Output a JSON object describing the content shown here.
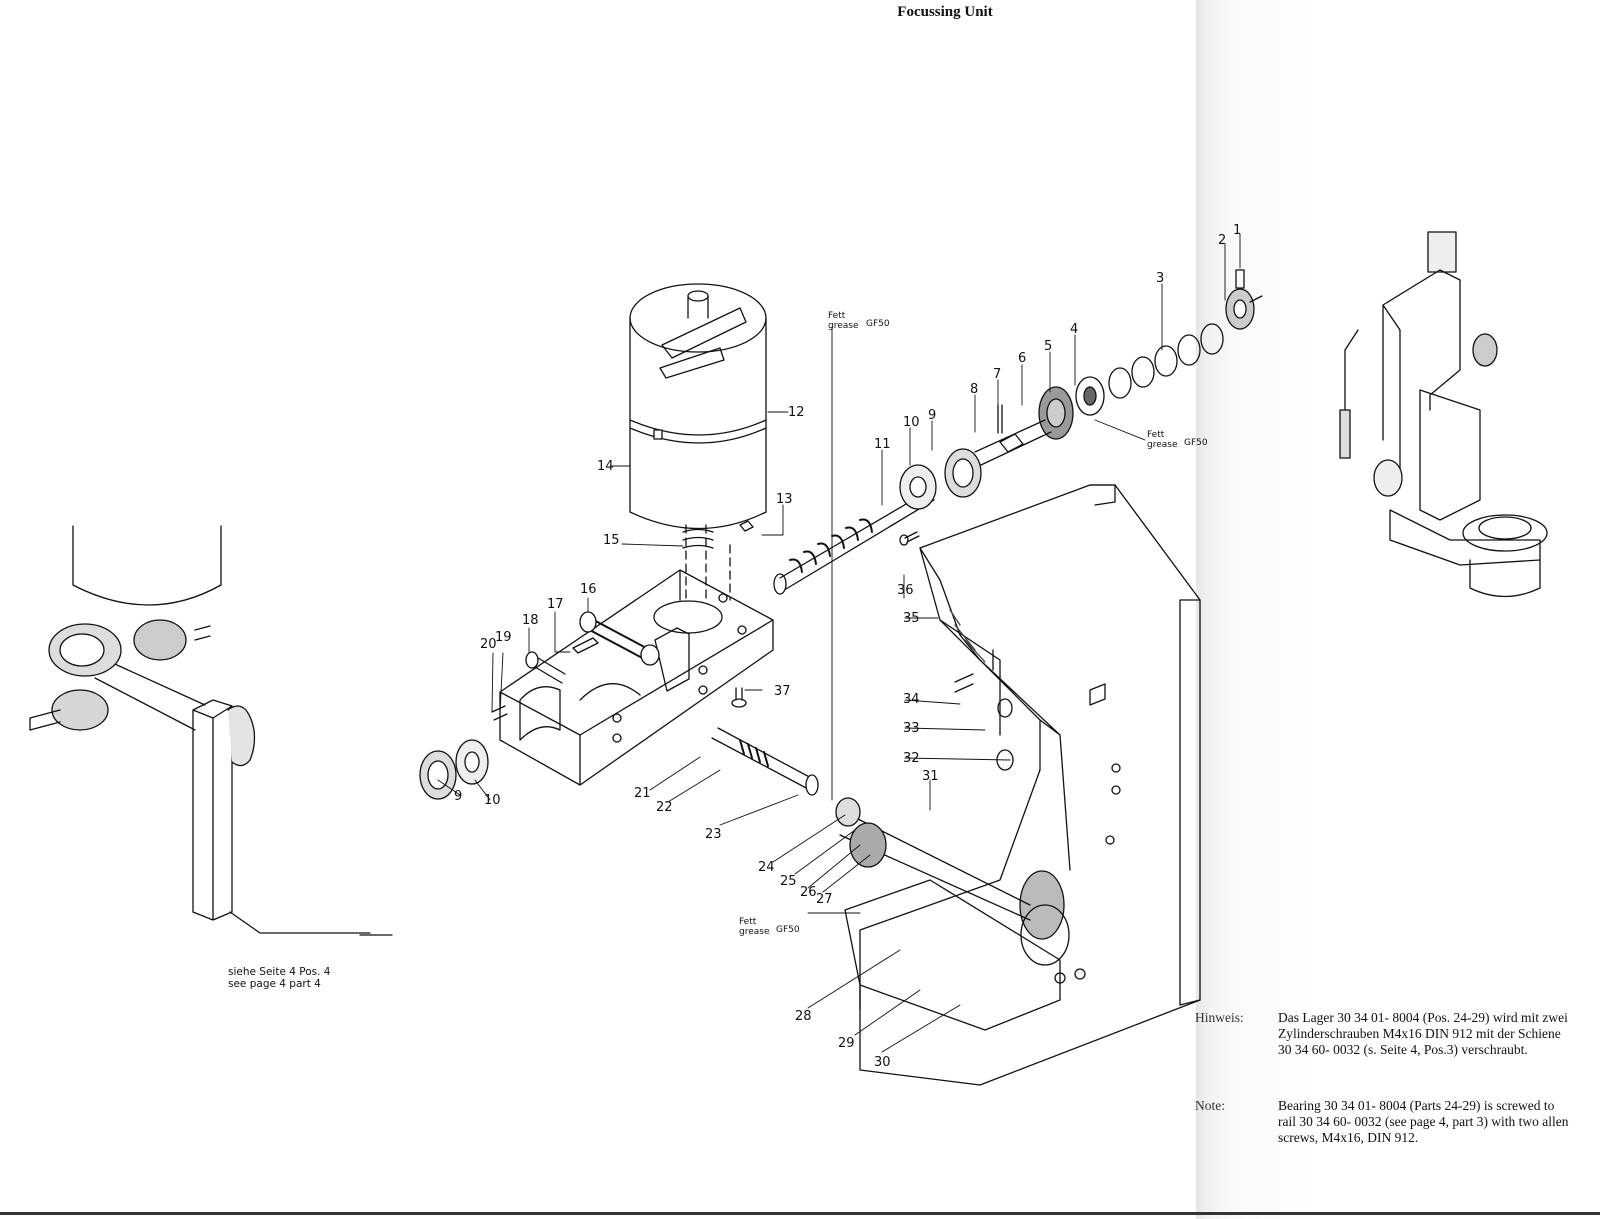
{
  "title": "Focussing Unit",
  "part_numbers": [
    "1",
    "2",
    "3",
    "4",
    "5",
    "6",
    "7",
    "8",
    "9",
    "10",
    "11",
    "12",
    "13",
    "14",
    "15",
    "16",
    "17",
    "18",
    "19",
    "20",
    "9",
    "10",
    "21",
    "22",
    "23",
    "24",
    "25",
    "26",
    "27",
    "28",
    "29",
    "30",
    "31",
    "32",
    "33",
    "34",
    "35",
    "36",
    "37"
  ],
  "grease_label": {
    "line1": "Fett",
    "line2": "grease",
    "code": "GF50"
  },
  "reference": {
    "de": "siehe Seite 4 Pos. 4",
    "en": "see page 4 part 4"
  },
  "notes": {
    "de_label": "Hinweis:",
    "de_text": "Das Lager 30 34 01- 8004 (Pos. 24-29) wird mit zwei Zylinderschrauben M4x16 DIN 912 mit der Schiene 30 34 60- 0032 (s. Seite 4, Pos.3) verschraubt.",
    "en_label": "Note:",
    "en_text": "Bearing 30 34 01- 8004 (Parts 24-29) is screwed to rail 30 34 60- 0032 (see page 4, part 3) with two allen screws, M4x16, DIN 912."
  }
}
